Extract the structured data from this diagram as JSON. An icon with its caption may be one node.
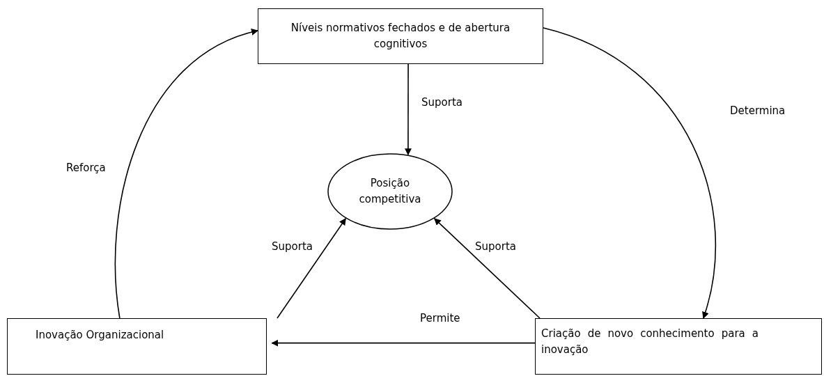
{
  "diagram": {
    "nodes": [
      {
        "text": [
          "Níveis normativos fechados e de abertura cognitivos"
        ]
      },
      {
        "text": [
          "Posição competitiva"
        ]
      },
      {
        "text": [
          "Inovação Organizacional"
        ]
      },
      {
        "text": [
          "Criação de novo conhecimento para a inovação"
        ]
      }
    ],
    "edges": [
      {
        "from": 0,
        "to": 1,
        "arrow": "to",
        "label": "Suporta"
      },
      {
        "from": 0,
        "to": 3,
        "arrow": "to",
        "label": "Determina"
      },
      {
        "from": 2,
        "to": 0,
        "arrow": "to",
        "label": "Reforça"
      },
      {
        "from": 2,
        "to": 1,
        "arrow": "to",
        "label": "Suporta"
      },
      {
        "from": 3,
        "to": 1,
        "arrow": "to",
        "label": "Suporta"
      },
      {
        "from": 3,
        "to": 2,
        "arrow": "to",
        "label": "Permite"
      }
    ]
  }
}
